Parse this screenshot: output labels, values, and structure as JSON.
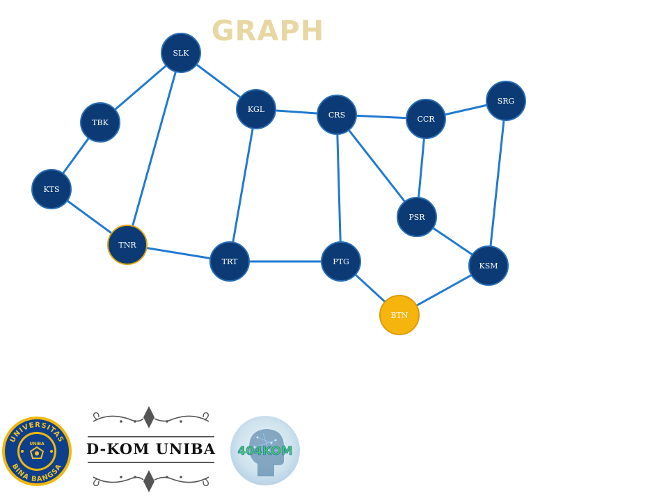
{
  "title": "GRAPH",
  "colors": {
    "node_fill": "#0b3a74",
    "node_stroke": "#2a6fb6",
    "edge": "#1f7ad0",
    "highlight_fill": "#f6b40e",
    "title": "#e8d7a2"
  },
  "nodes": [
    {
      "id": "SLK",
      "label": "SLK"
    },
    {
      "id": "TBK",
      "label": "TBK"
    },
    {
      "id": "KTS",
      "label": "KTS"
    },
    {
      "id": "TNR",
      "label": "TNR",
      "outline": "gold"
    },
    {
      "id": "KGL",
      "label": "KGL"
    },
    {
      "id": "TRT",
      "label": "TRT"
    },
    {
      "id": "CRS",
      "label": "CRS"
    },
    {
      "id": "PTG",
      "label": "PTG"
    },
    {
      "id": "CCR",
      "label": "CCR"
    },
    {
      "id": "SRG",
      "label": "SRG"
    },
    {
      "id": "PSR",
      "label": "PSR"
    },
    {
      "id": "KSM",
      "label": "KSM"
    },
    {
      "id": "BTN",
      "label": "BTN",
      "highlight": true
    }
  ],
  "edges": [
    [
      "SLK",
      "TBK"
    ],
    [
      "TBK",
      "KTS"
    ],
    [
      "KTS",
      "TNR"
    ],
    [
      "SLK",
      "TNR"
    ],
    [
      "SLK",
      "KGL"
    ],
    [
      "KGL",
      "CRS"
    ],
    [
      "KGL",
      "TRT"
    ],
    [
      "TNR",
      "TRT"
    ],
    [
      "TRT",
      "PTG"
    ],
    [
      "CRS",
      "PTG"
    ],
    [
      "CRS",
      "CCR"
    ],
    [
      "CRS",
      "PSR"
    ],
    [
      "CCR",
      "SRG"
    ],
    [
      "CCR",
      "PSR"
    ],
    [
      "SRG",
      "KSM"
    ],
    [
      "PSR",
      "KSM"
    ],
    [
      "PTG",
      "BTN"
    ],
    [
      "BTN",
      "KSM"
    ]
  ],
  "logos": {
    "university_seal": {
      "text_top": "UNIVERSITAS",
      "text_bottom": "BINA BANGSA",
      "center": "UNIBA"
    },
    "dkom": {
      "text": "D-KOM UNIBA"
    },
    "fourofour": {
      "text": "404KOM"
    }
  }
}
